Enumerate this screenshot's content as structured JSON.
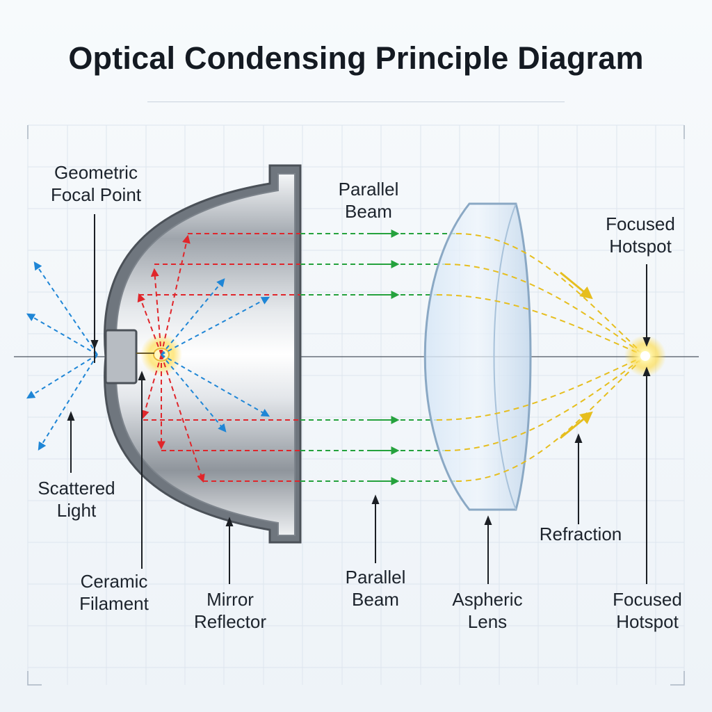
{
  "title": "Optical Condensing Principle Diagram",
  "labels": {
    "geometric_focal_point": "Geometric\nFocal Point",
    "parallel_beam_top": "Parallel\nBeam",
    "focused_hotspot_top": "Focused\nHotspot",
    "scattered_light": "Scattered\nLight",
    "ceramic_filament": "Ceramic\nFilament",
    "mirror_reflector": "Mirror\nReflector",
    "parallel_beam_bottom": "Parallel\nBeam",
    "aspheric_lens": "Aspheric\nLens",
    "refraction": "Refraction",
    "focused_hotspot_bottom": "Focused\nHotspot"
  },
  "colors": {
    "reflected_ray": "#e0262b",
    "parallel_ray": "#25a23d",
    "scattered_ray": "#1f86d6",
    "refracted_ray": "#e6be1e",
    "annotation": "#1b1f24"
  },
  "icons": {
    "filament": "glowing-bulb-icon",
    "hotspot": "glowing-focus-icon"
  }
}
